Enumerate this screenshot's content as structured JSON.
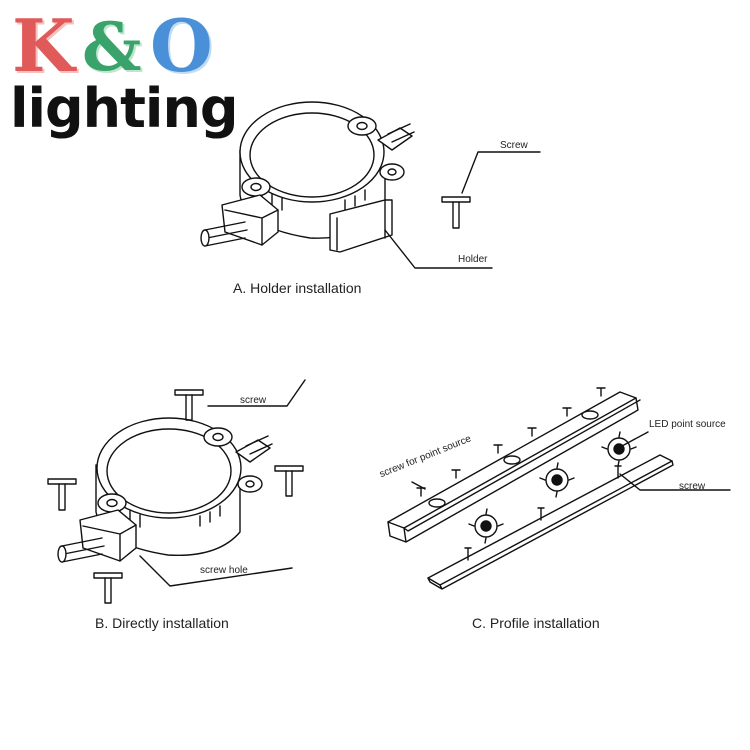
{
  "logo": {
    "letter_k": "K",
    "letter_amp": "&",
    "letter_o": "O",
    "word": "lighting",
    "colors": {
      "k": "#e05a5a",
      "amp": "#3aa36b",
      "o": "#4a90d9",
      "word": "#111111"
    }
  },
  "panel_a": {
    "caption": "A. Holder installation",
    "label_screw": "Screw",
    "label_holder": "Holder"
  },
  "panel_b": {
    "caption": "B. Directly installation",
    "label_screw": "screw",
    "label_screw_hole": "screw hole"
  },
  "panel_c": {
    "caption": "C. Profile installation",
    "label_screw_point": "screw for point source",
    "label_led": "LED point source",
    "label_screw": "screw"
  }
}
